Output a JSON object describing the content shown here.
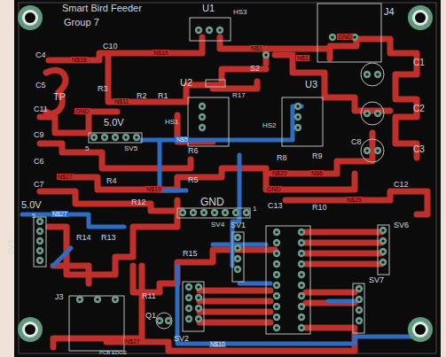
{
  "diagram": {
    "title": "Smart Bird Feeder",
    "labels": [
      "Group 7",
      "U1",
      "HS3",
      "J4",
      "C10",
      "N$18",
      "C4",
      "N$18",
      "N$1",
      "N$1",
      "GND",
      "C1",
      "C5",
      "TP",
      "R3",
      "N$11",
      "R2",
      "R1",
      "U2",
      "S2",
      "R17",
      "U3",
      "C2",
      "C11",
      "GND",
      "C9",
      "5.0V",
      "5",
      "SV5",
      "N$5",
      "HS1",
      "HS2",
      "C3",
      "C8",
      "C6",
      "R6",
      "R8",
      "R9",
      "N$20",
      "N$6",
      "C7",
      "N$27",
      "R4",
      "N$19",
      "R5",
      "GND",
      "N$29",
      "C12",
      "5.0V",
      "N$27",
      "R12",
      "GND",
      "SV4",
      "1",
      "C13",
      "R10",
      "SV1",
      "SV6",
      "5",
      "SV3",
      "R14",
      "R13",
      "R15",
      "J3",
      "R11",
      "SV2",
      "SV7",
      "Q1",
      "N$27",
      "PCB EDGE",
      "N$10"
    ]
  }
}
